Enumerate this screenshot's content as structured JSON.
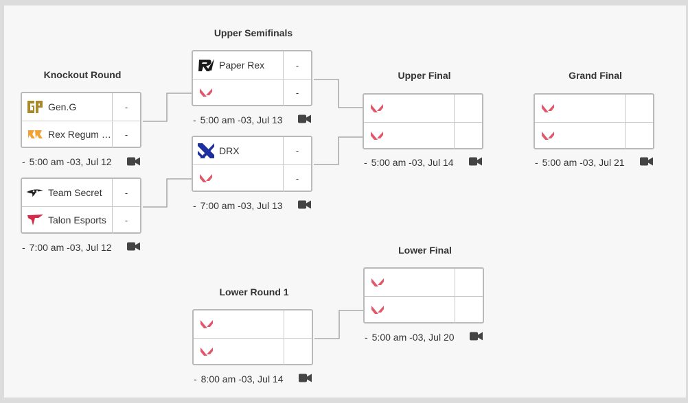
{
  "rounds": {
    "knockout": "Knockout Round",
    "upper_semis": "Upper Semifinals",
    "upper_final": "Upper Final",
    "grand_final": "Grand Final",
    "lower_final": "Lower Final",
    "lower_r1": "Lower Round 1"
  },
  "matches": {
    "ko1": {
      "team1": "Gen.G",
      "score1": "-",
      "team2": "Rex Regum Q...",
      "score2": "-",
      "time": "5:00 am -03, Jul 12"
    },
    "ko2": {
      "team1": "Team Secret",
      "score1": "-",
      "team2": "Talon Esports",
      "score2": "-",
      "time": "7:00 am -03, Jul 12"
    },
    "us1": {
      "team1": "Paper Rex",
      "score1": "-",
      "team2": "",
      "score2": "-",
      "time": "5:00 am -03, Jul 13"
    },
    "us2": {
      "team1": "DRX",
      "score1": "-",
      "team2": "",
      "score2": "-",
      "time": "7:00 am -03, Jul 13"
    },
    "uf": {
      "team1": "",
      "score1": "",
      "team2": "",
      "score2": "",
      "time": "5:00 am -03, Jul 14"
    },
    "gf": {
      "team1": "",
      "score1": "",
      "team2": "",
      "score2": "",
      "time": "5:00 am -03, Jul 21"
    },
    "lf": {
      "team1": "",
      "score1": "",
      "team2": "",
      "score2": "",
      "time": "5:00 am -03, Jul 20"
    },
    "lr1": {
      "team1": "",
      "score1": "",
      "team2": "",
      "score2": "",
      "time": "8:00 am -03, Jul 14"
    }
  },
  "dash": "-",
  "colors": {
    "valorant_red": "#e0586a",
    "border": "#b9b9b9",
    "connector": "#9a9a9a",
    "genG_gold": "#a8892b",
    "rrq_orange": "#f2a134",
    "talon_red": "#d12a4a",
    "drx_blue": "#1e2f9e"
  }
}
